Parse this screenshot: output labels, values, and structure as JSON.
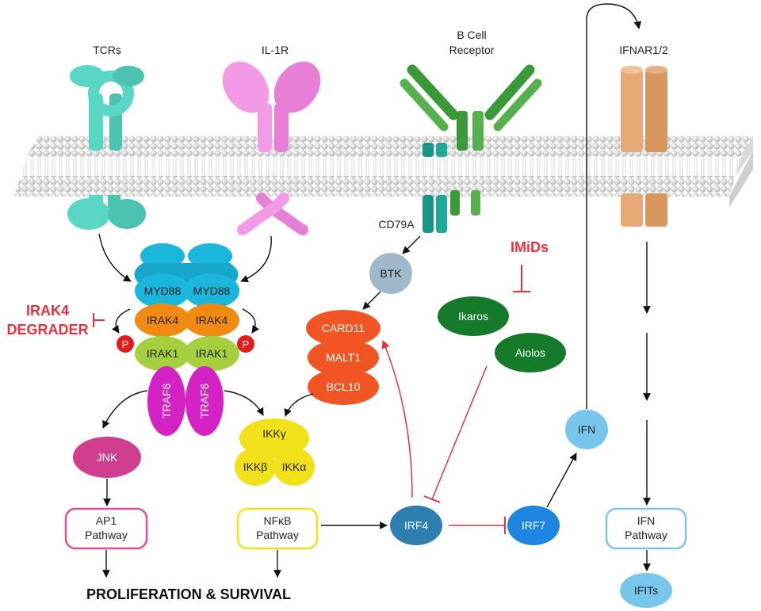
{
  "receptors": {
    "tcrs": "TCRs",
    "il1r": "IL-1R",
    "bcr_line1": "B Cell",
    "bcr_line2": "Receptor",
    "ifnar": "IFNAR1/2",
    "cd79a": "CD79A"
  },
  "drugs": {
    "irak4_line1": "IRAK4",
    "irak4_line2": "DEGRADER",
    "imids": "IMiDs"
  },
  "nodes": {
    "myd88": "MYD88",
    "irak4": "IRAK4",
    "irak1": "IRAK1",
    "traf6": "TRAF6",
    "phospho": "P",
    "jnk": "JNK",
    "ikk_gamma": "IKKγ",
    "ikk_beta": "IKKβ",
    "ikk_alpha": "IKKα",
    "btk": "BTK",
    "card11": "CARD11",
    "malt1": "MALT1",
    "bcl10": "BCL10",
    "ikaros": "Ikaros",
    "aiolos": "Aiolos",
    "irf4": "IRF4",
    "irf7": "IRF7",
    "ifn": "IFN",
    "ifits": "IFITs"
  },
  "pathways": {
    "ap1_line1": "AP1",
    "ap1_line2": "Pathway",
    "nfkb_line1": "NFκB",
    "nfkb_line2": "Pathway",
    "ifn_line1": "IFN",
    "ifn_line2": "Pathway"
  },
  "outcome": "PROLIFERATION & SURVIVAL",
  "colors": {
    "tcr": "#5ad6c4",
    "il1r": "#f39ae6",
    "bcr": "#3a9a3a",
    "cd79a": "#1a9585",
    "ifnar": "#e7a975",
    "myd88": "#1bb6dc",
    "irak4": "#f18a12",
    "irak1": "#a5cf3c",
    "traf6": "#d522c4",
    "jnk": "#d03f8f",
    "ikk": "#f0e11b",
    "btk": "#9fb9cb",
    "card_complex": "#f05523",
    "ikaros_aiolos": "#167a2b",
    "irf4": "#2e7fb0",
    "irf7": "#1e86e0",
    "ifn": "#79c6ec",
    "inhibit": "#e8313e",
    "ap1_box": "#e04c95",
    "nfkb_box": "#f0e11b",
    "ifn_box": "#7cc4ec"
  }
}
